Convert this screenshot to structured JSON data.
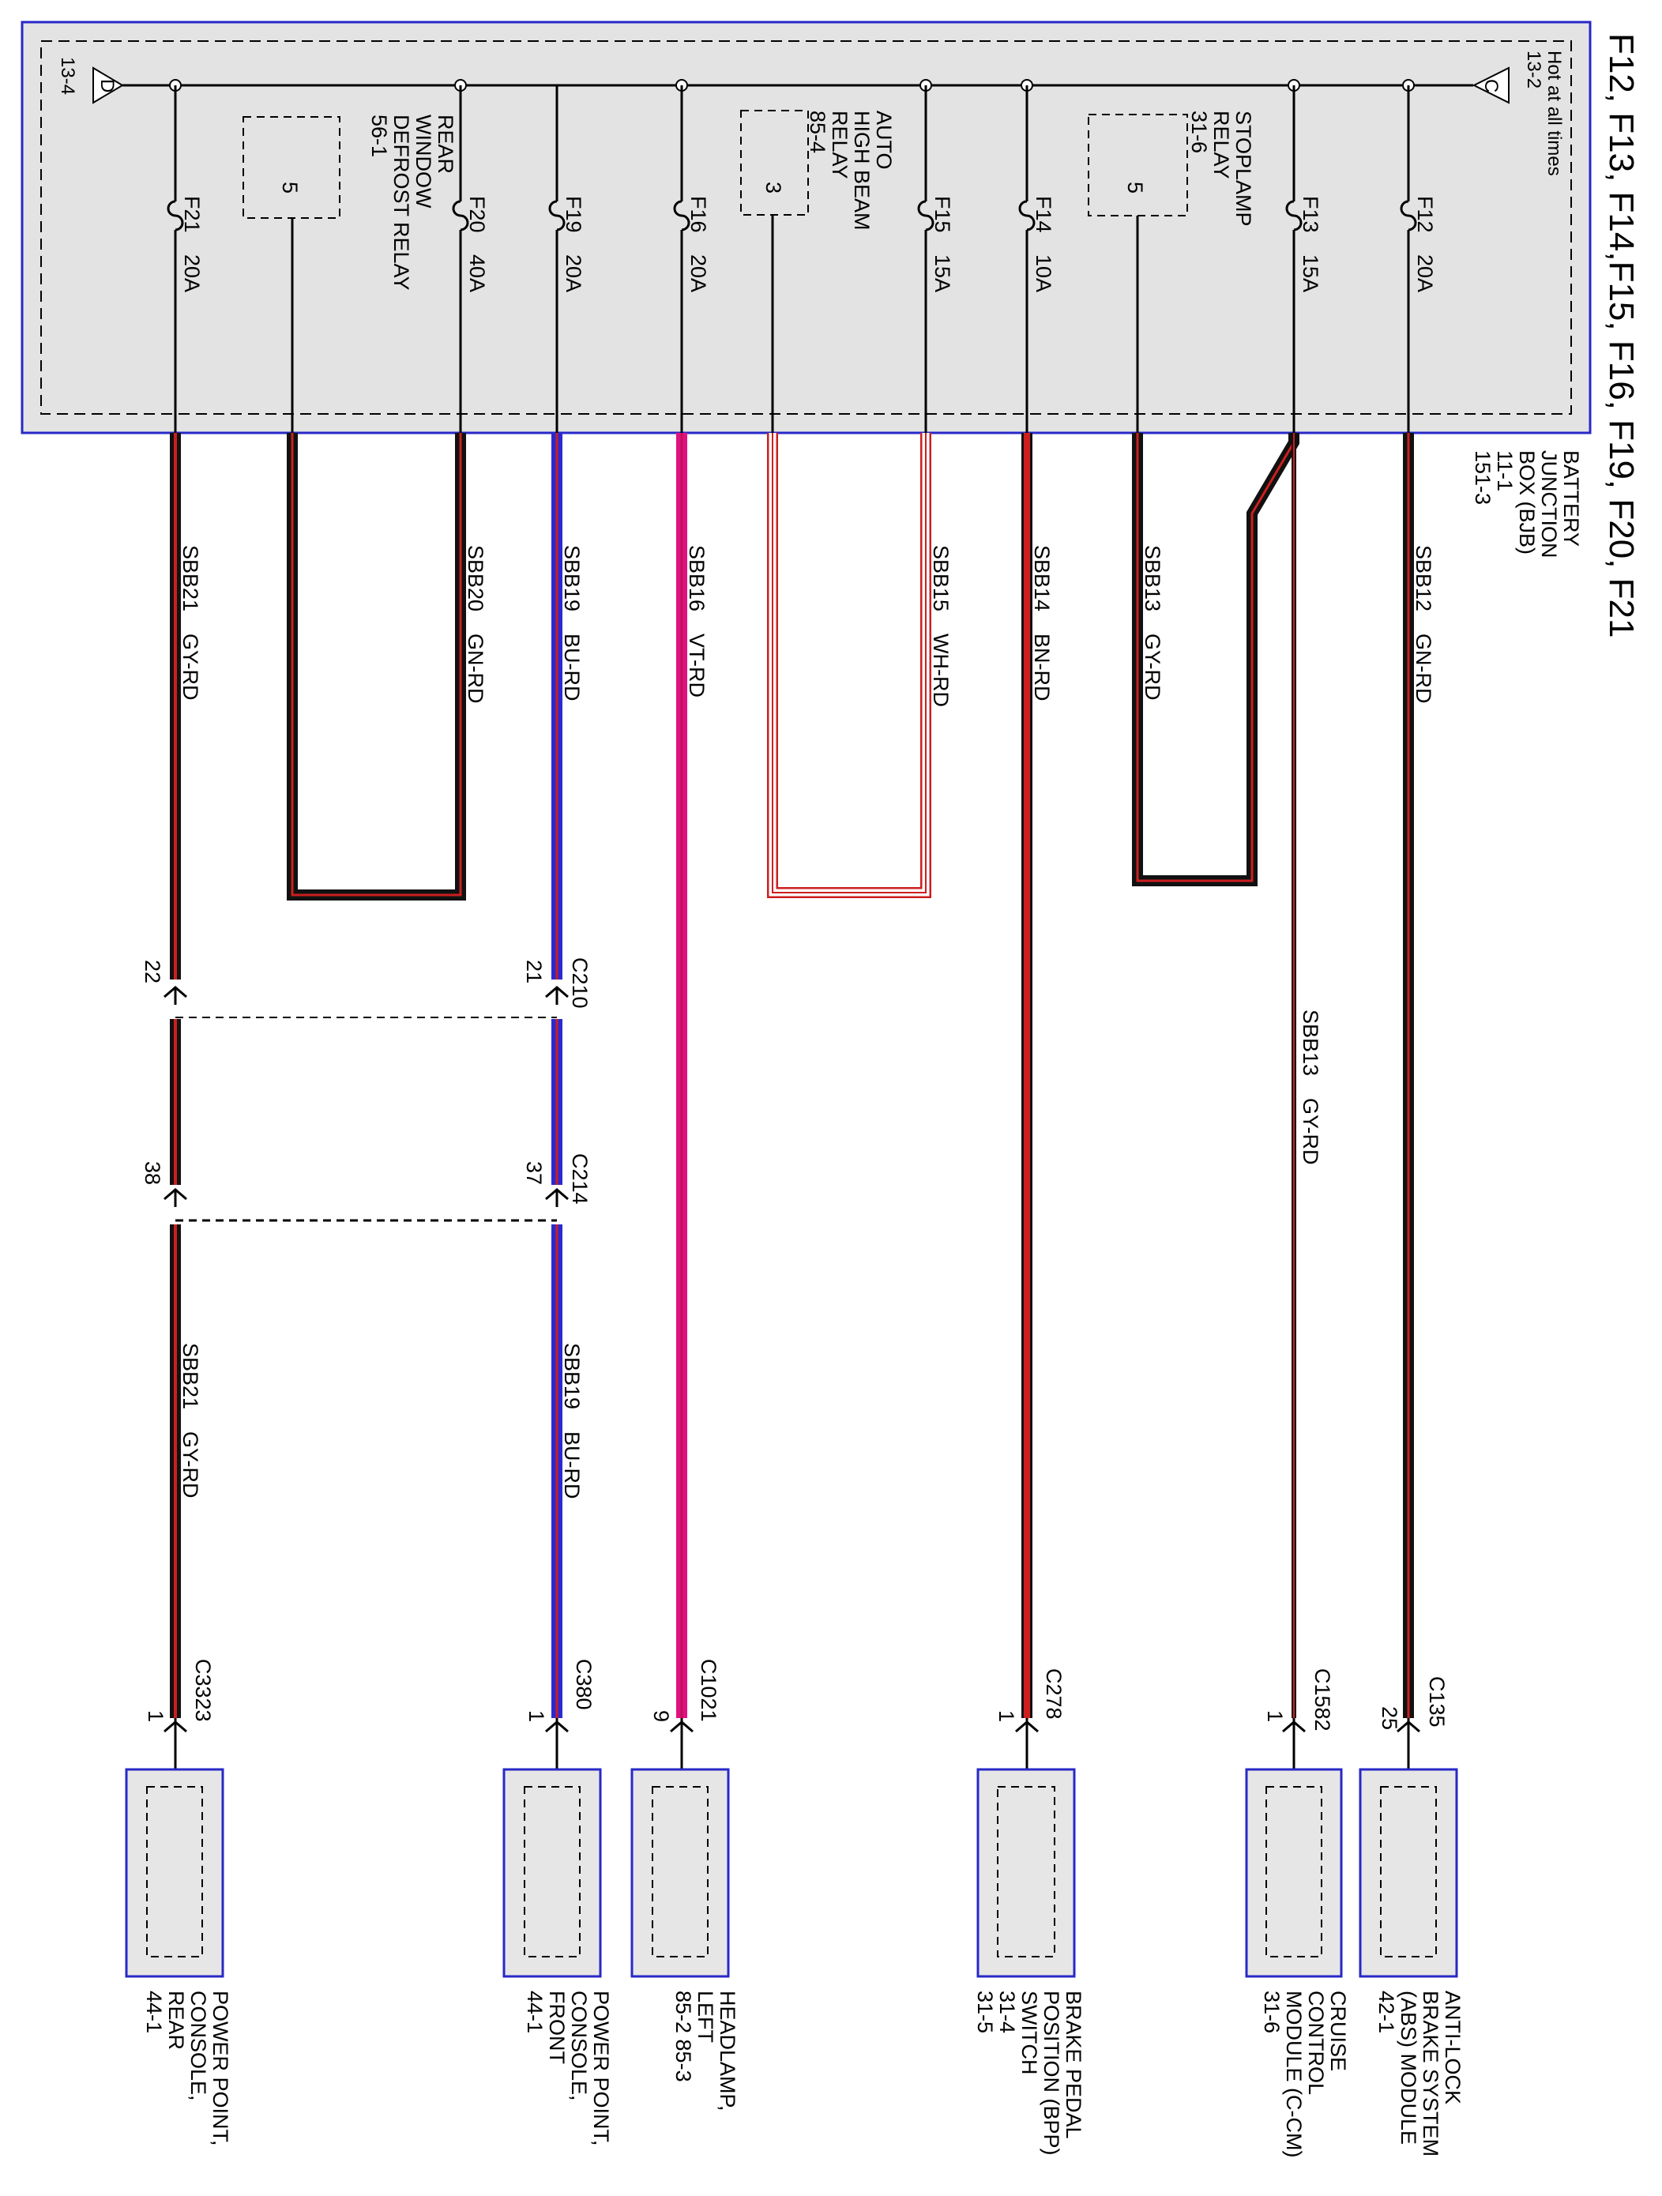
{
  "title": "F12, F13, F14,F15, F16, F19, F20, F21",
  "junction_box": {
    "lines": [
      "BATTERY",
      "JUNCTION",
      "BOX (BJB)",
      "11-1",
      "151-3"
    ],
    "hot_note": "Hot at all times",
    "bus_c": {
      "letter": "C",
      "ref": "13-2"
    },
    "bus_d": {
      "letter": "D",
      "ref": "13-4"
    }
  },
  "fuses": [
    {
      "id": "F12",
      "rating": "20A"
    },
    {
      "id": "F13",
      "rating": "15A"
    },
    {
      "id": "F14",
      "rating": "10A"
    },
    {
      "id": "F15",
      "rating": "15A"
    },
    {
      "id": "F16",
      "rating": "20A"
    },
    {
      "id": "F19",
      "rating": "20A"
    },
    {
      "id": "F20",
      "rating": "40A"
    },
    {
      "id": "F21",
      "rating": "20A"
    }
  ],
  "relays": [
    {
      "lines": [
        "STOPLAMP",
        "RELAY",
        "31-6"
      ],
      "pin": "5"
    },
    {
      "lines": [
        "AUTO",
        "HIGH BEAM",
        "RELAY",
        "85-4"
      ],
      "pin": "3"
    },
    {
      "lines": [
        "REAR",
        "WINDOW",
        "DEFROST RELAY",
        "56-1"
      ],
      "pin": "5"
    }
  ],
  "wires": [
    {
      "circuit": "SBB12",
      "color": "GN-RD",
      "base_hex": "#1a1a1a",
      "stripe_hex": "#cc1f1f"
    },
    {
      "circuit": "SBB13",
      "color": "GY-RD",
      "base_hex": "#1a1a1a",
      "stripe_hex": "#cc1f1f"
    },
    {
      "circuit": "SBB14",
      "color": "BN-RD",
      "base_hex": "#1a1a1a",
      "stripe_hex": "#cc1f1f"
    },
    {
      "circuit": "SBB15",
      "color": "WH-RD",
      "base_hex": "#ffffff",
      "stripe_hex": "#cc1f1f"
    },
    {
      "circuit": "SBB16",
      "color": "VT-RD",
      "base_hex": "#e0117f",
      "stripe_hex": "#cc1f1f"
    },
    {
      "circuit": "SBB19",
      "color": "BU-RD",
      "base_hex": "#2a2ad0",
      "stripe_hex": "#cc1f1f"
    },
    {
      "circuit": "SBB20",
      "color": "GN-RD",
      "base_hex": "#1a1a1a",
      "stripe_hex": "#cc1f1f"
    },
    {
      "circuit": "SBB21",
      "color": "GY-RD",
      "base_hex": "#1a1a1a",
      "stripe_hex": "#cc1f1f"
    }
  ],
  "inline_connectors": [
    {
      "name": "C210",
      "pin_a": "21",
      "pin_b": "22"
    },
    {
      "name": "C214",
      "pin_a": "37",
      "pin_b": "38"
    }
  ],
  "components": [
    {
      "lines": [
        "ANTI-LOCK",
        "BRAKE SYSTEM",
        "(ABS) MODULE",
        "42-1"
      ],
      "connector": "C135",
      "pin": "25"
    },
    {
      "lines": [
        "CRUISE",
        "CONTROL",
        "MODULE (C-CM)",
        "31-6"
      ],
      "connector": "C1582",
      "pin": "1"
    },
    {
      "lines": [
        "BRAKE PEDAL",
        "POSITION (BPP)",
        "SWITCH",
        "31-4",
        "31-5"
      ],
      "connector": "C278",
      "pin": "1"
    },
    {
      "lines": [
        "HEADLAMP,",
        "LEFT",
        "85-2    85-3"
      ],
      "connector": "C1021",
      "pin": "9"
    },
    {
      "lines": [
        "POWER POINT,",
        "CONSOLE,",
        "FRONT",
        "44-1"
      ],
      "connector": "C380",
      "pin": "1"
    },
    {
      "lines": [
        "POWER POINT,",
        "CONSOLE,",
        "REAR",
        "44-1"
      ],
      "connector": "C3323",
      "pin": "1"
    }
  ],
  "colors": {
    "frame": "#2828c8",
    "fill": "#e3e3e3",
    "component_fill": "#e6e6e6"
  }
}
